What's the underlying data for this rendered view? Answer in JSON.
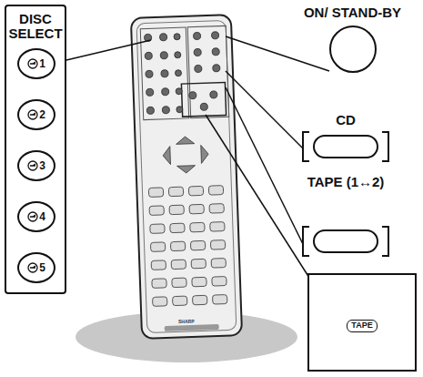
{
  "diagram": {
    "nodes": [
      {
        "text": [
          "DISC SELECT"
        ]
      },
      {
        "text": [
          "1"
        ],
        "in": 0
      },
      {
        "text": [
          "2"
        ],
        "in": 0
      },
      {
        "text": [
          "3"
        ],
        "in": 0
      },
      {
        "text": [
          "4"
        ],
        "in": 0
      },
      {
        "text": [
          "5"
        ],
        "in": 0
      },
      {
        "text": [
          "ON/ STAND-BY"
        ]
      },
      {
        "text": [
          "CD"
        ]
      },
      {
        "text": [
          "TAPE (1↔2)"
        ]
      },
      {
        "text": [
          "TAPE"
        ]
      }
    ],
    "labels": [
      "SHARP"
    ]
  }
}
